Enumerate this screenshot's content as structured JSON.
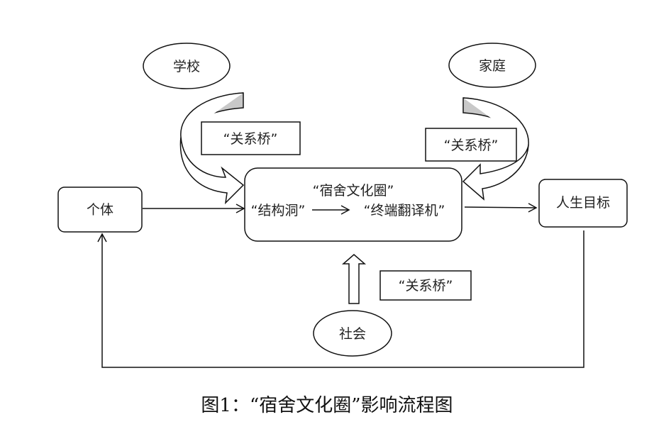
{
  "diagram": {
    "type": "flowchart",
    "nodes": {
      "school": {
        "label": "学校",
        "shape": "ellipse"
      },
      "family": {
        "label": "家庭",
        "shape": "ellipse"
      },
      "society": {
        "label": "社会",
        "shape": "ellipse"
      },
      "individual": {
        "label": "个体",
        "shape": "rounded-rect"
      },
      "life_goal": {
        "label": "人生目标",
        "shape": "rounded-rect"
      },
      "center": {
        "title": "“宿舍文化圈”",
        "from": "“结构洞”",
        "to": "“终端翻译机”",
        "arrow": "—>",
        "shape": "rounded-rect"
      }
    },
    "bridge_labels": {
      "school": "“关系桥”",
      "family": "“关系桥”",
      "society": "“关系桥”"
    },
    "edges": [
      {
        "from": "school",
        "to": "center",
        "style": "curved-block-arrow",
        "label": "“关系桥”"
      },
      {
        "from": "family",
        "to": "center",
        "style": "curved-block-arrow",
        "label": "“关系桥”"
      },
      {
        "from": "society",
        "to": "center",
        "style": "block-arrow-up",
        "label": "“关系桥”"
      },
      {
        "from": "individual",
        "to": "center",
        "style": "line-arrow"
      },
      {
        "from": "center",
        "to": "life_goal",
        "style": "line-arrow"
      },
      {
        "from": "life_goal",
        "to": "individual",
        "style": "feedback-loop"
      }
    ],
    "colors": {
      "stroke": "#111111",
      "arrow_shade": "#c8c8c8",
      "arrow_fill": "#ffffff"
    }
  },
  "caption": "图1：“宿舍文化圈”影响流程图"
}
